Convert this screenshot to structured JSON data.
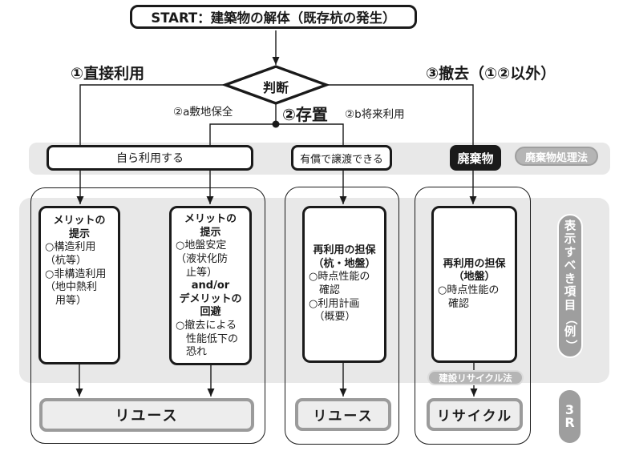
{
  "colors": {
    "ink": "#1a1a1a",
    "gray_bg": "#e8e8e8",
    "gray_pill": "#9e9e9e",
    "gray_mid": "#b5b5b5",
    "outcome_fill": "#ededed",
    "outcome_border": "#9b9b9b"
  },
  "start": {
    "label": "START：建築物の解体（既存杭の発生）"
  },
  "decision": {
    "label": "判断"
  },
  "branches": {
    "b1": "①直接利用",
    "b2": "②存置",
    "b2a": "②a敷地保全",
    "b2b": "②b将来利用",
    "b3": "③撤去（①②以外）"
  },
  "band": {
    "own_use": "自ら利用する",
    "transfer": "有償で譲渡できる",
    "waste": "廃棄物",
    "waste_law": "廃棄物処理法"
  },
  "boxes": {
    "merit1": [
      {
        "t": "メリットの",
        "s": "h"
      },
      {
        "t": "提示",
        "s": "h"
      },
      {
        "t": "○構造利用",
        "s": "n"
      },
      {
        "t": "（杭等）",
        "s": "n"
      },
      {
        "t": "○非構造利用",
        "s": "n"
      },
      {
        "t": "（地中熱利",
        "s": "n"
      },
      {
        "t": "　用等）",
        "s": "n"
      }
    ],
    "merit2": [
      {
        "t": "メリットの",
        "s": "h"
      },
      {
        "t": "提示",
        "s": "h"
      },
      {
        "t": "○地盤安定",
        "s": "n"
      },
      {
        "t": "（液状化防",
        "s": "n"
      },
      {
        "t": "　止等）",
        "s": "n"
      },
      {
        "t": "and/or",
        "s": "h"
      },
      {
        "t": "デメリットの",
        "s": "h"
      },
      {
        "t": "回避",
        "s": "h"
      },
      {
        "t": "○撤去による",
        "s": "n"
      },
      {
        "t": "　性能低下の",
        "s": "n"
      },
      {
        "t": "　恐れ",
        "s": "n"
      }
    ],
    "guarantee1": [
      {
        "t": "再利用の担保",
        "s": "h"
      },
      {
        "t": "（杭・地盤）",
        "s": "h"
      },
      {
        "t": "○時点性能の",
        "s": "n"
      },
      {
        "t": "　確認",
        "s": "n"
      },
      {
        "t": "○利用計画",
        "s": "n"
      },
      {
        "t": "　（概要）",
        "s": "n"
      }
    ],
    "guarantee2": [
      {
        "t": "再利用の担保",
        "s": "h"
      },
      {
        "t": "（地盤）",
        "s": "h"
      },
      {
        "t": "○時点性能の",
        "s": "n"
      },
      {
        "t": "　確認",
        "s": "n"
      }
    ]
  },
  "outcomes": {
    "reuse1": "リユース",
    "reuse2": "リユース",
    "recycle": "リサイクル",
    "recycle_law": "建設リサイクル法"
  },
  "side": {
    "items_label": "表示すべき項目（例）",
    "r3": "3R"
  }
}
